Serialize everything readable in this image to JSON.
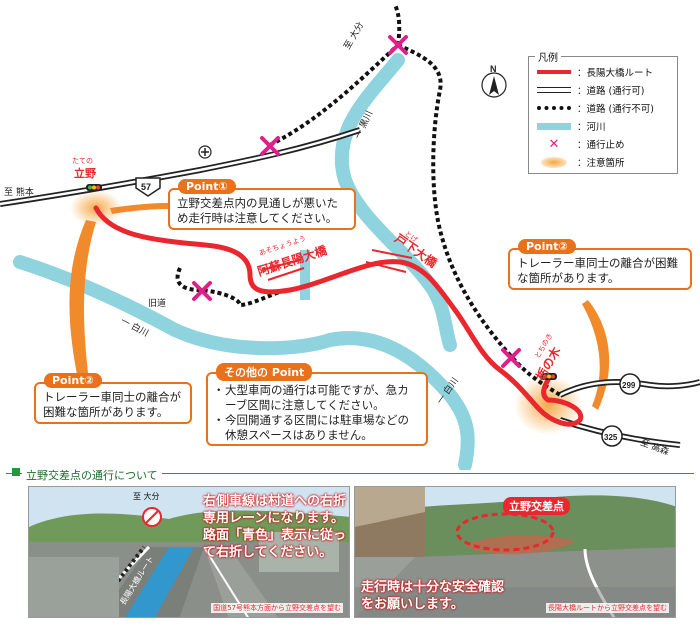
{
  "map": {
    "place_labels": {
      "tateno_ruby": "たての",
      "tateno": "立野",
      "kumamoto": "至 熊本",
      "oita": "至 大分",
      "takamori": "至 高森",
      "kyudo": "旧道",
      "tochinoki_ruby": "とちのき",
      "tochinoki": "栃の木"
    },
    "river_labels": {
      "kurokawa_left": "一 白川",
      "kurokawa_mid": "一 白川",
      "kurokawa_north": "一 黒川"
    },
    "bridge_labels": {
      "aso_ruby": "あそちょうよう",
      "aso": "阿蘇長陽大橋",
      "toge_ruby": "とげ",
      "toge": "戸下大橋"
    },
    "route_numbers": {
      "r57": "57",
      "r299": "299",
      "r325": "325"
    }
  },
  "legend": {
    "title": "凡例",
    "items": [
      {
        "label": "：長陽大橋ルート",
        "type": "route",
        "color": "#e8282e"
      },
      {
        "label": "：道路 (通行可)",
        "type": "road"
      },
      {
        "label": "：道路 (通行不可)",
        "type": "closed"
      },
      {
        "label": "：河川",
        "type": "river",
        "color": "#8fd3df"
      },
      {
        "label": "：通行止め",
        "type": "block",
        "color": "#e0208a"
      },
      {
        "label": "：注意箇所",
        "type": "caution",
        "color": "#f39a3a"
      }
    ]
  },
  "callouts": {
    "point1": {
      "tag": "Point①",
      "text": "立野交差点内の見通しが悪いため走行時は注意してください。"
    },
    "point2_right": {
      "tag": "Point②",
      "text": "トレーラー車同士の離合が困難な箇所があります。"
    },
    "point2_left": {
      "tag": "Point②",
      "text": "トレーラー車同士の離合が困難な箇所があります。"
    },
    "other": {
      "tag": "その他の Point",
      "bullets": [
        "大型車両の通行は可能ですが、急カーブ区間に注意してください。",
        "今回開通する区間には駐車場などの休憩スペースはありません。"
      ]
    }
  },
  "section": {
    "title": "立野交差点の通行について",
    "photo1": {
      "text": "右側車線は村道への右折専用レーンになります。路面「青色」表示に従って右折してください。",
      "caption": "国道57号熊本方面から立野交差点を望む",
      "sign": "至 大分",
      "lane_label": "長陽大橋ルート"
    },
    "photo2": {
      "badge": "立野交差点",
      "text": "走行時は十分な安全確認をお願いします。",
      "caption": "長陽大橋ルートから立野交差点を望む"
    }
  }
}
